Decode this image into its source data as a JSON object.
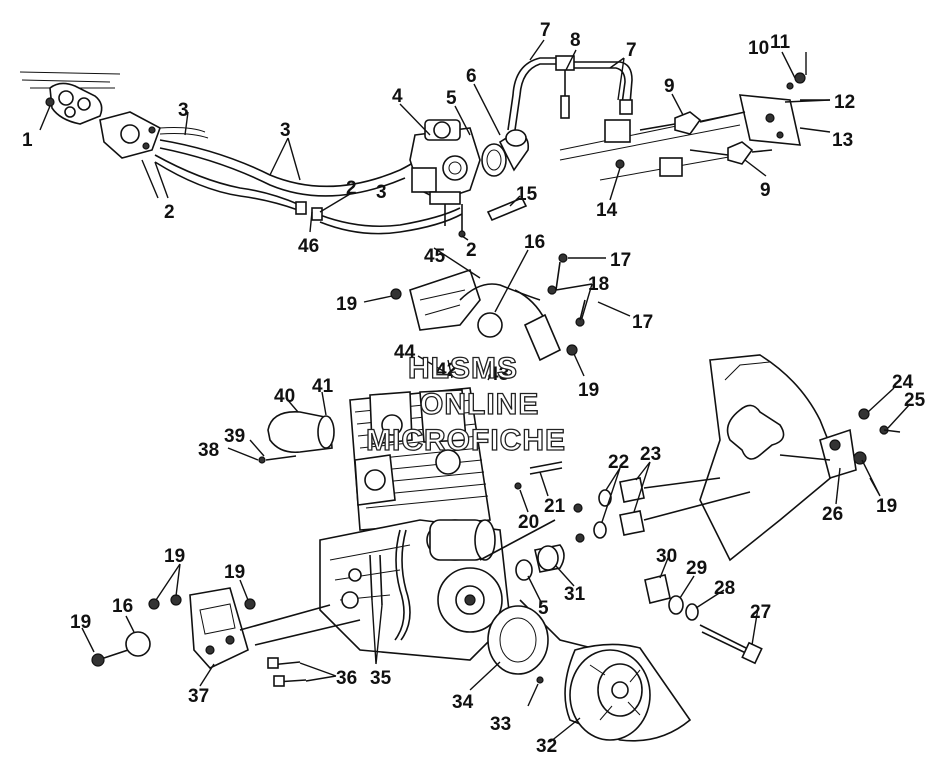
{
  "watermark": {
    "line1": "HLSMS",
    "line2": "ONLINE",
    "line3": "MICROFICHE"
  },
  "callouts": [
    {
      "id": "c1",
      "label": "1"
    },
    {
      "id": "c2a",
      "label": "2"
    },
    {
      "id": "c2b",
      "label": "2"
    },
    {
      "id": "c2c",
      "label": "2"
    },
    {
      "id": "c3a",
      "label": "3"
    },
    {
      "id": "c3b",
      "label": "3"
    },
    {
      "id": "c3c",
      "label": "3"
    },
    {
      "id": "c4",
      "label": "4"
    },
    {
      "id": "c5a",
      "label": "5"
    },
    {
      "id": "c5b",
      "label": "5"
    },
    {
      "id": "c6",
      "label": "6"
    },
    {
      "id": "c7a",
      "label": "7"
    },
    {
      "id": "c7b",
      "label": "7"
    },
    {
      "id": "c8",
      "label": "8"
    },
    {
      "id": "c9a",
      "label": "9"
    },
    {
      "id": "c9b",
      "label": "9"
    },
    {
      "id": "c10",
      "label": "10"
    },
    {
      "id": "c11",
      "label": "11"
    },
    {
      "id": "c12",
      "label": "12"
    },
    {
      "id": "c13",
      "label": "13"
    },
    {
      "id": "c14",
      "label": "14"
    },
    {
      "id": "c15",
      "label": "15"
    },
    {
      "id": "c16a",
      "label": "16"
    },
    {
      "id": "c16b",
      "label": "16"
    },
    {
      "id": "c17a",
      "label": "17"
    },
    {
      "id": "c17b",
      "label": "17"
    },
    {
      "id": "c18",
      "label": "18"
    },
    {
      "id": "c19a",
      "label": "19"
    },
    {
      "id": "c19b",
      "label": "19"
    },
    {
      "id": "c19c",
      "label": "19"
    },
    {
      "id": "c19d",
      "label": "19"
    },
    {
      "id": "c19e",
      "label": "19"
    },
    {
      "id": "c19f",
      "label": "19"
    },
    {
      "id": "c20",
      "label": "20"
    },
    {
      "id": "c21",
      "label": "21"
    },
    {
      "id": "c22",
      "label": "22"
    },
    {
      "id": "c23",
      "label": "23"
    },
    {
      "id": "c24",
      "label": "24"
    },
    {
      "id": "c25",
      "label": "25"
    },
    {
      "id": "c26",
      "label": "26"
    },
    {
      "id": "c27",
      "label": "27"
    },
    {
      "id": "c28",
      "label": "28"
    },
    {
      "id": "c29",
      "label": "29"
    },
    {
      "id": "c30",
      "label": "30"
    },
    {
      "id": "c31",
      "label": "31"
    },
    {
      "id": "c32",
      "label": "32"
    },
    {
      "id": "c33",
      "label": "33"
    },
    {
      "id": "c34",
      "label": "34"
    },
    {
      "id": "c35",
      "label": "35"
    },
    {
      "id": "c36",
      "label": "36"
    },
    {
      "id": "c37",
      "label": "37"
    },
    {
      "id": "c38",
      "label": "38"
    },
    {
      "id": "c39",
      "label": "39"
    },
    {
      "id": "c40",
      "label": "40"
    },
    {
      "id": "c41",
      "label": "41"
    },
    {
      "id": "c42",
      "label": "42"
    },
    {
      "id": "c43",
      "label": "43"
    },
    {
      "id": "c44",
      "label": "44"
    },
    {
      "id": "c45",
      "label": "45"
    },
    {
      "id": "c46",
      "label": "46"
    }
  ]
}
